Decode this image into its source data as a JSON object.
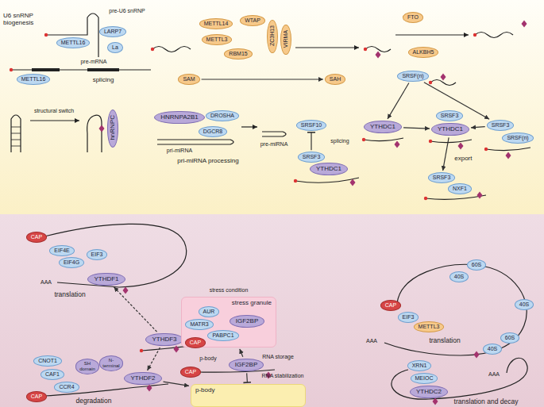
{
  "diagram": {
    "nodes": [
      {
        "text": [
          "METTL16"
        ]
      },
      {
        "text": [
          "LARP7"
        ]
      },
      {
        "text": [
          "La"
        ]
      },
      {
        "text": [
          "METTL16"
        ]
      },
      {
        "text": [
          "METTL14"
        ]
      },
      {
        "text": [
          "WTAP"
        ]
      },
      {
        "text": [
          "ZC3H13"
        ]
      },
      {
        "text": [
          "VIRMA"
        ]
      },
      {
        "text": [
          "METTL3"
        ]
      },
      {
        "text": [
          "RBM15"
        ]
      },
      {
        "text": [
          "SAM"
        ]
      },
      {
        "text": [
          "SAH"
        ]
      },
      {
        "text": [
          "FTO"
        ]
      },
      {
        "text": [
          "ALKBH5"
        ]
      },
      {
        "text": [
          "SRSF(n)"
        ]
      },
      {
        "text": [
          "hnRNPC"
        ]
      },
      {
        "text": [
          "HNRNPA2B1"
        ]
      },
      {
        "text": [
          "DROSHA"
        ]
      },
      {
        "text": [
          "DGCR8"
        ]
      },
      {
        "text": [
          "SRSF10"
        ]
      },
      {
        "text": [
          "SRSF3"
        ]
      },
      {
        "text": [
          "YTHDC1"
        ]
      },
      {
        "text": [
          "YTHDC1"
        ]
      },
      {
        "text": [
          "SRSF3"
        ]
      },
      {
        "text": [
          "YTHDC1"
        ]
      },
      {
        "text": [
          "SRSF3"
        ]
      },
      {
        "text": [
          "SRSF(n)"
        ]
      },
      {
        "text": [
          "SRSF3"
        ]
      },
      {
        "text": [
          "NXF1"
        ]
      },
      {
        "text": [
          "CAP"
        ]
      },
      {
        "text": [
          "EIF4E"
        ]
      },
      {
        "text": [
          "EIF4G"
        ]
      },
      {
        "text": [
          "EIF3"
        ]
      },
      {
        "text": [
          "YTHDF1"
        ]
      },
      {
        "text": [
          "YTHDF3"
        ]
      },
      {
        "text": [
          "CNOT1"
        ]
      },
      {
        "text": [
          "SH domain"
        ]
      },
      {
        "text": [
          "N-terminal"
        ]
      },
      {
        "text": [
          "CAF1"
        ]
      },
      {
        "text": [
          "YTHDF2"
        ]
      },
      {
        "text": [
          "CCR4"
        ]
      },
      {
        "text": [
          "CAP"
        ]
      },
      {
        "text": [
          "stress granule"
        ]
      },
      {
        "text": [
          "AUR"
        ],
        "in": 42
      },
      {
        "text": [
          "IGF2BP"
        ],
        "in": 42
      },
      {
        "text": [
          "MATR3"
        ],
        "in": 42
      },
      {
        "text": [
          "PABPC1"
        ],
        "in": 42
      },
      {
        "text": [
          "CAP"
        ],
        "in": 42
      },
      {
        "text": [
          "IGF2BP"
        ]
      },
      {
        "text": [
          "CAP"
        ]
      },
      {
        "text": [
          "p-body"
        ]
      },
      {
        "text": [
          "CAP"
        ]
      },
      {
        "text": [
          "EIF3"
        ]
      },
      {
        "text": [
          "METTL3"
        ]
      },
      {
        "text": [
          "60S"
        ]
      },
      {
        "text": [
          "40S"
        ]
      },
      {
        "text": [
          "40S"
        ]
      },
      {
        "text": [
          "40S"
        ]
      },
      {
        "text": [
          "60S"
        ]
      },
      {
        "text": [
          "XRN1"
        ]
      },
      {
        "text": [
          "MEIOC"
        ]
      },
      {
        "text": [
          "YTHDC2"
        ]
      }
    ],
    "edges": [
      {
        "from": 10,
        "to": 11,
        "arrow": "to"
      },
      {
        "from": 14,
        "to": 22,
        "arrow": "to"
      },
      {
        "from": 14,
        "to": 25,
        "arrow": "to"
      },
      {
        "from": 22,
        "to": 24,
        "arrow": "to"
      },
      {
        "from": 25,
        "to": 24,
        "arrow": "to"
      },
      {
        "from": 24,
        "to": 27,
        "label": "export",
        "arrow": "to"
      },
      {
        "from": 20,
        "to": 19,
        "arrow": "to"
      },
      {
        "from": 34,
        "to": 33,
        "arrow": "to"
      },
      {
        "from": 34,
        "to": 39,
        "arrow": "to"
      },
      {
        "from": 39,
        "to": 50,
        "arrow": "to"
      },
      {
        "from": 48,
        "to": 42,
        "arrow": "to"
      },
      {
        "from": 48,
        "to": 50,
        "arrow": "to"
      }
    ],
    "labels": [
      "U6 snRNP biogenesis",
      "pre-U6 snRNP",
      "pre-mRNA",
      "splicing",
      "structural switch",
      "pri-miRNA",
      "pre-miRNA",
      "pri-miRNA processing",
      "splicing",
      "AAA",
      "translation",
      "stress condition",
      "RNA storage",
      "p-body",
      "RNA stabilization",
      "degradation",
      "AAA",
      "translation",
      "AAA",
      "translation and decay"
    ]
  }
}
